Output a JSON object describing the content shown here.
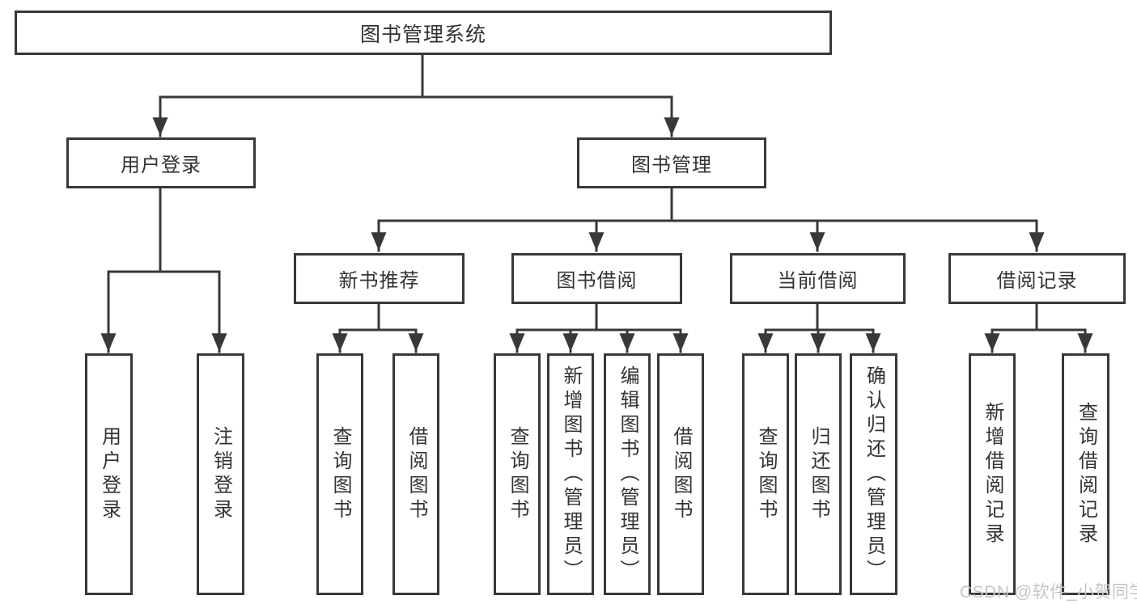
{
  "tree": {
    "root": {
      "label": "图书管理系统"
    },
    "branches": [
      {
        "label": "用户登录",
        "children": [
          {
            "label": "用户登录"
          },
          {
            "label": "注销登录"
          }
        ]
      },
      {
        "label": "图书管理",
        "children": [
          {
            "label": "新书推荐",
            "children": [
              {
                "label": "查询图书"
              },
              {
                "label": "借阅图书"
              }
            ]
          },
          {
            "label": "图书借阅",
            "children": [
              {
                "label": "查询图书"
              },
              {
                "label": "新增图书（管理员）"
              },
              {
                "label": "编辑图书（管理员）"
              },
              {
                "label": "借阅图书"
              }
            ]
          },
          {
            "label": "当前借阅",
            "children": [
              {
                "label": "查询图书"
              },
              {
                "label": "归还图书"
              },
              {
                "label": "确认归还（管理员）"
              }
            ]
          },
          {
            "label": "借阅记录",
            "children": [
              {
                "label": "新增借阅记录"
              },
              {
                "label": "查询借阅记录"
              }
            ]
          }
        ]
      }
    ]
  },
  "watermark": {
    "text": "CSDN @软件_小贺同学"
  },
  "colors": {
    "line": "#383838",
    "border": "#383838",
    "text": "#333333",
    "watermark": "#c5c5c5",
    "background": "#ffffff"
  }
}
